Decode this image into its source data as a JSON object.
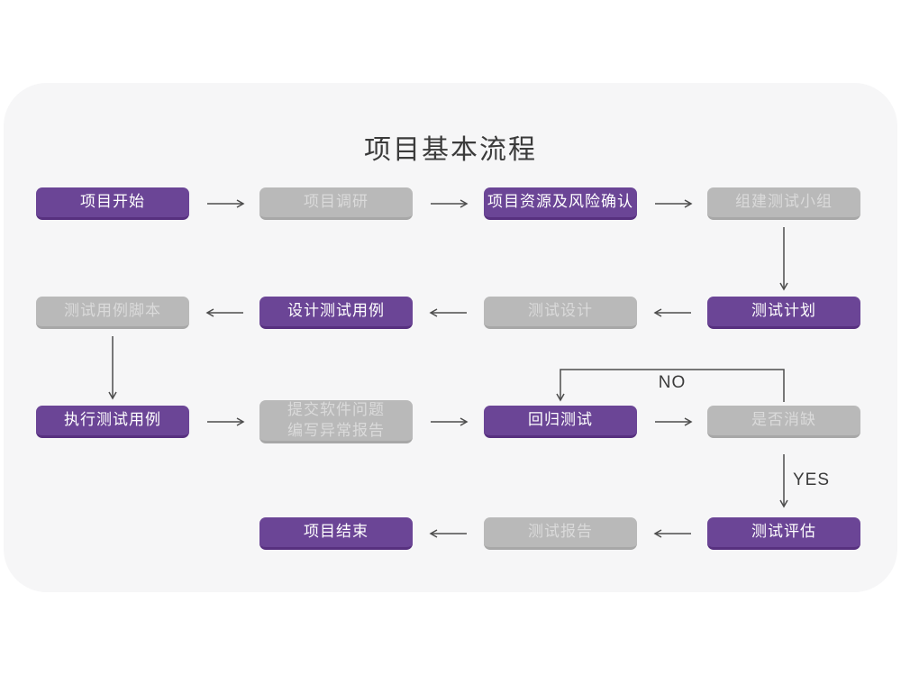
{
  "title": "项目基本流程",
  "colors": {
    "purple": "#6b4596",
    "purple_dark": "#57307f",
    "gray": "#b9b9b9",
    "gray_dark": "#a7a7a7",
    "gray_text": "#dadada",
    "card_bg": "#f6f6f7",
    "arrow": "#4d4d4d",
    "title_color": "#3b3b3b"
  },
  "flowchart": {
    "nodes": [
      {
        "id": "project-start",
        "label": "项目开始",
        "variant": "purple"
      },
      {
        "id": "project-research",
        "label": "项目调研",
        "variant": "gray"
      },
      {
        "id": "resource-risk-confirm",
        "label": "项目资源及风险确认",
        "variant": "purple"
      },
      {
        "id": "build-test-team",
        "label": "组建测试小组",
        "variant": "gray"
      },
      {
        "id": "test-case-script",
        "label": "测试用例脚本",
        "variant": "gray"
      },
      {
        "id": "design-test-case",
        "label": "设计测试用例",
        "variant": "purple"
      },
      {
        "id": "test-design",
        "label": "测试设计",
        "variant": "gray"
      },
      {
        "id": "test-plan",
        "label": "测试计划",
        "variant": "purple"
      },
      {
        "id": "execute-test-case",
        "label": "执行测试用例",
        "variant": "purple"
      },
      {
        "id": "submit-issue-report",
        "label": "提交软件问题\n编写异常报告",
        "variant": "gray"
      },
      {
        "id": "regression-test",
        "label": "回归测试",
        "variant": "purple"
      },
      {
        "id": "defect-cleared",
        "label": "是否消缺",
        "variant": "gray"
      },
      {
        "id": "test-evaluation",
        "label": "测试评估",
        "variant": "purple"
      },
      {
        "id": "test-report",
        "label": "测试报告",
        "variant": "gray"
      },
      {
        "id": "project-end",
        "label": "项目结束",
        "variant": "purple"
      }
    ],
    "labels": {
      "no": "NO",
      "yes": "YES"
    }
  }
}
